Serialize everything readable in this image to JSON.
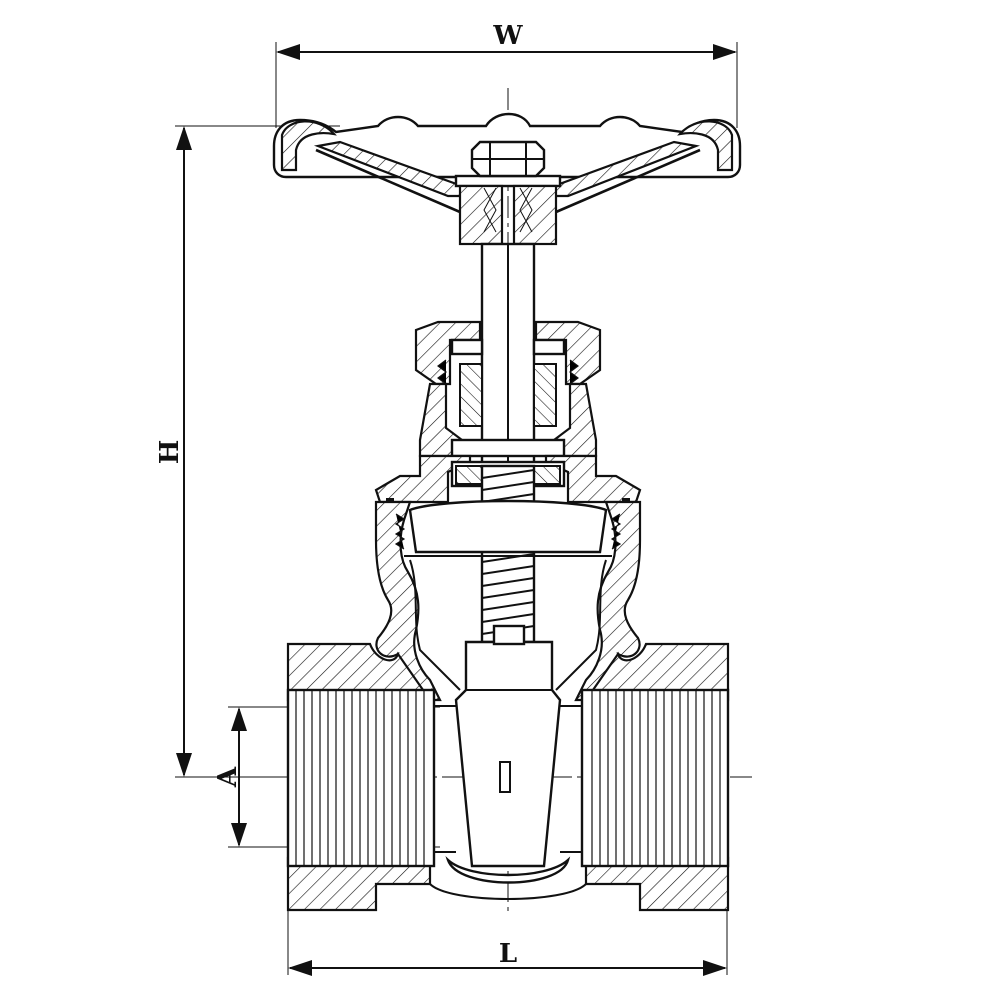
{
  "dimensions": {
    "width": "W",
    "height": "H",
    "length": "L",
    "bore": "A"
  }
}
